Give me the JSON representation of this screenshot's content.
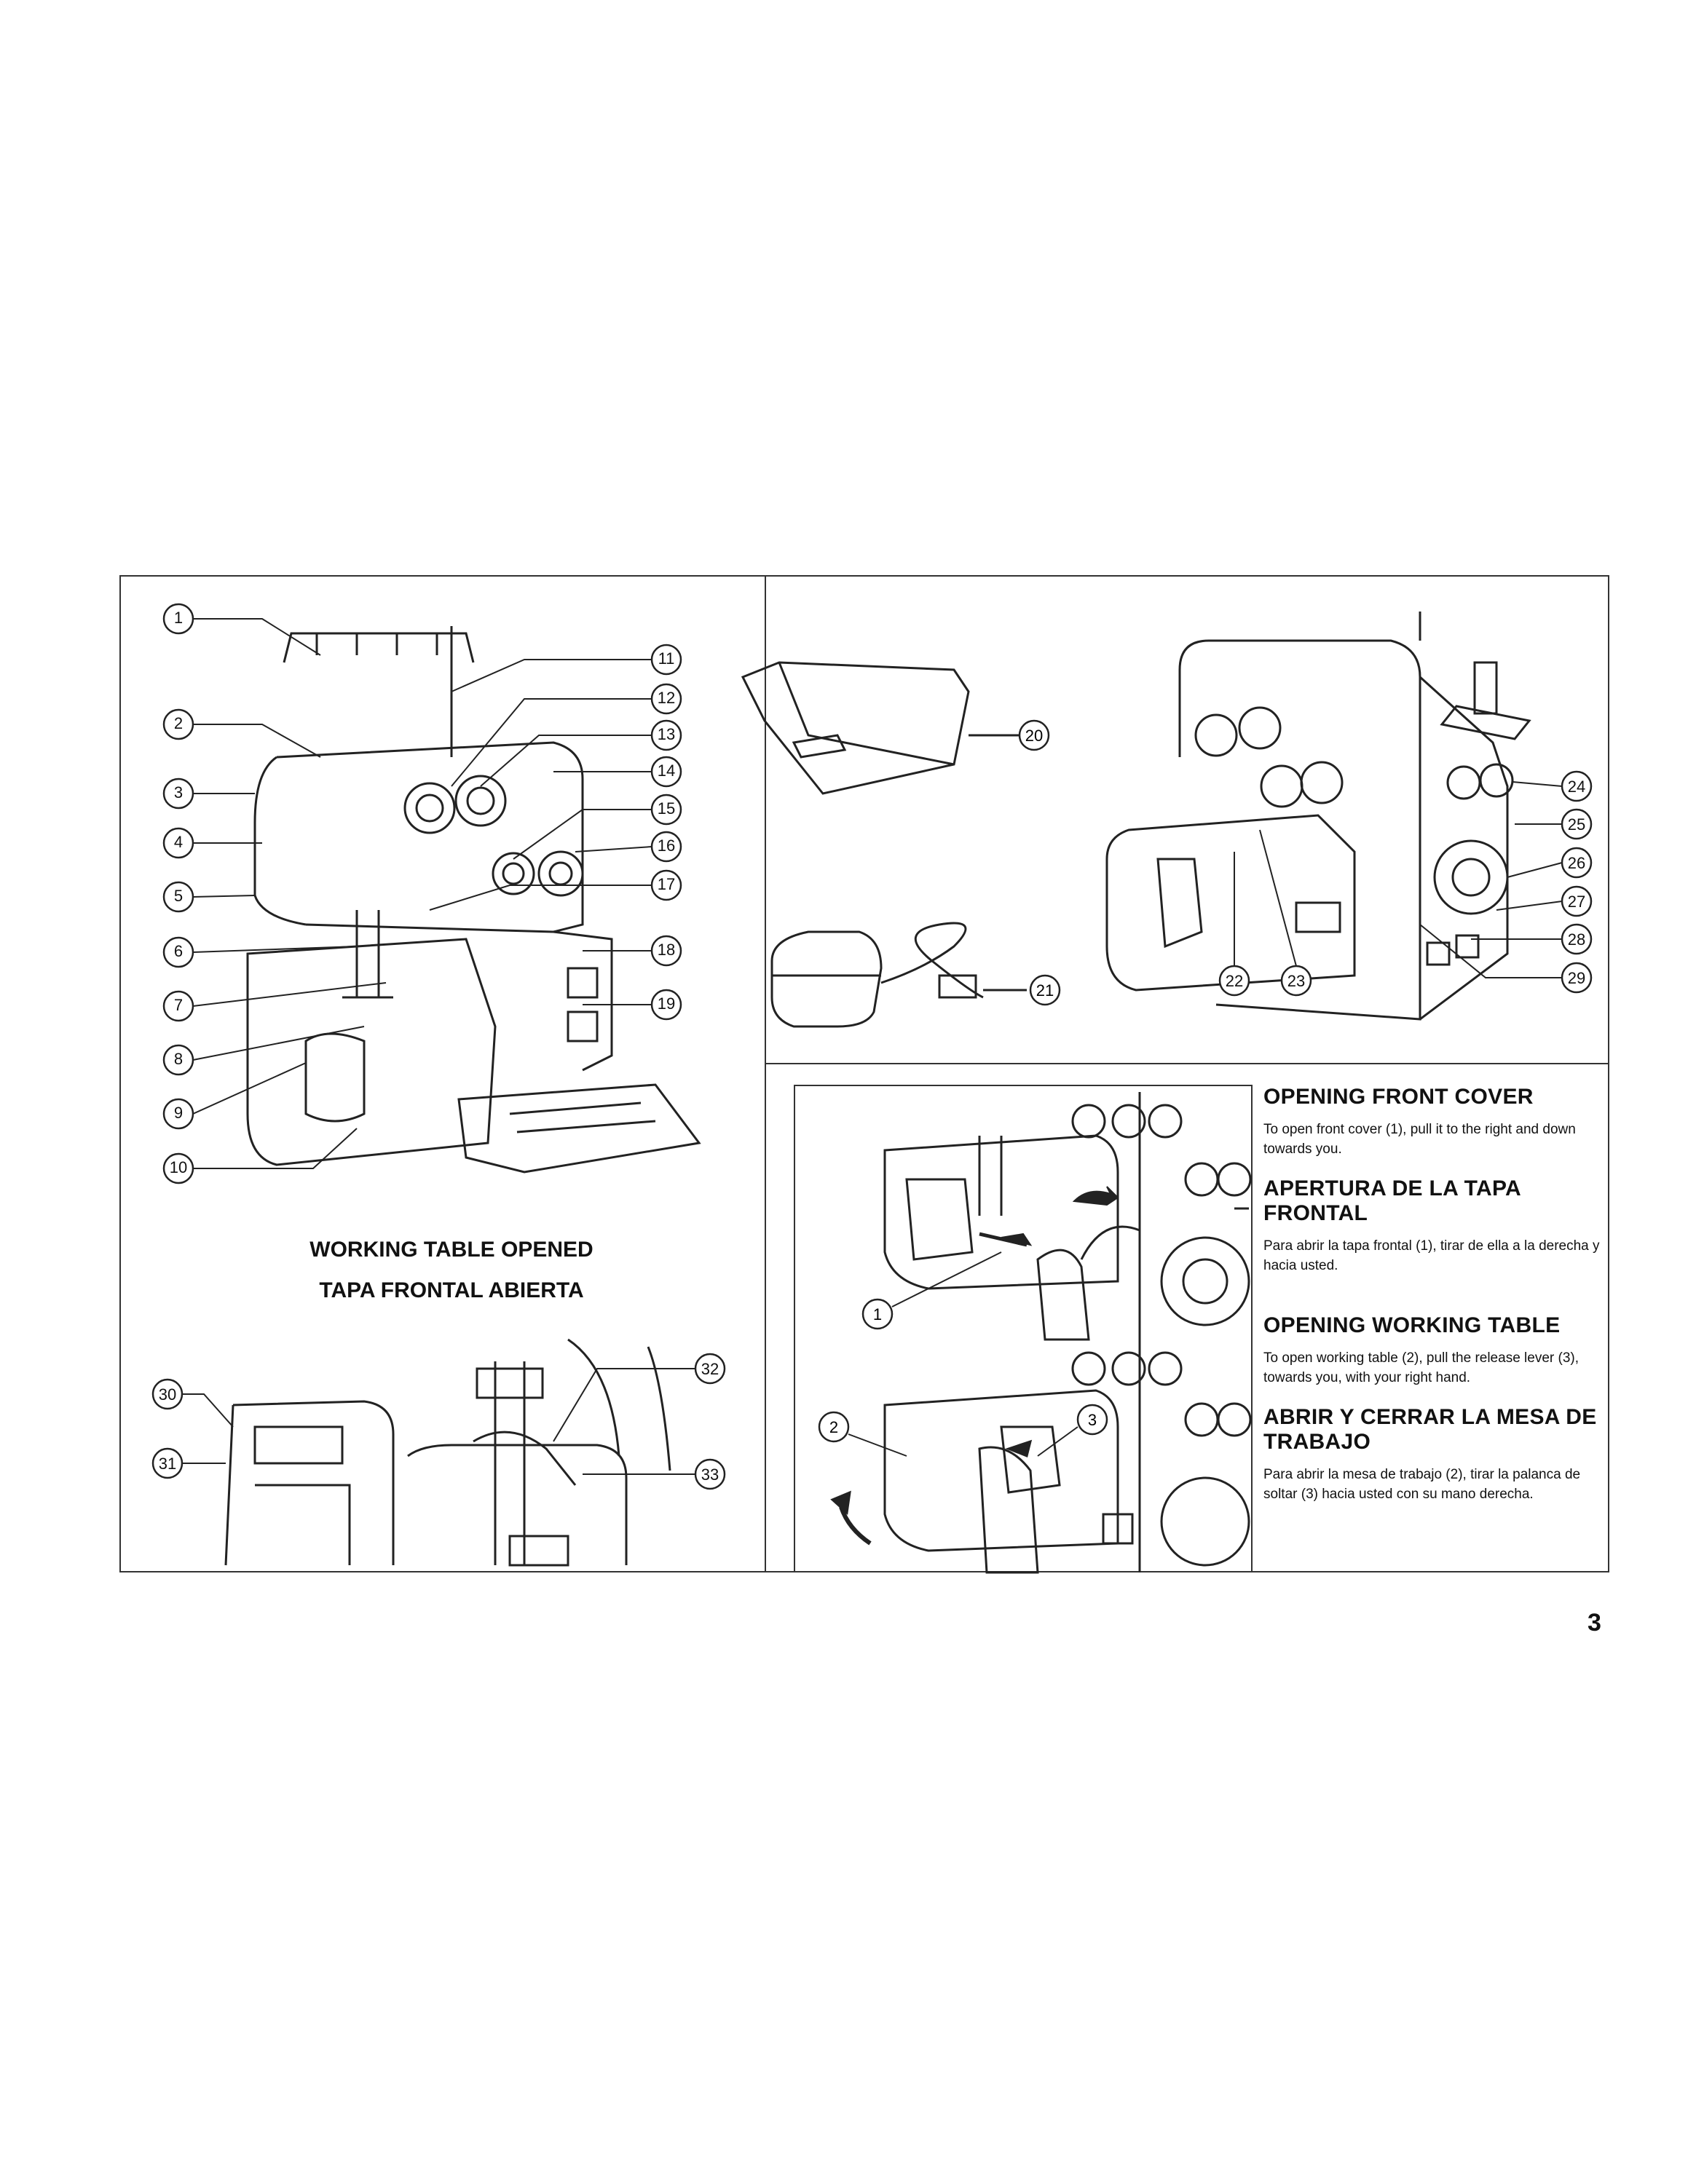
{
  "figure_parts": {
    "machine_callouts": [
      "1",
      "2",
      "3",
      "4",
      "5",
      "6",
      "7",
      "8",
      "9",
      "10",
      "11",
      "12",
      "13",
      "14",
      "15",
      "16",
      "17",
      "18",
      "19"
    ],
    "cover_callout": "20",
    "pedal_callout": "21",
    "rear_callouts": [
      "22",
      "23",
      "24",
      "25",
      "26",
      "27",
      "28",
      "29"
    ],
    "table_callouts": [
      "30",
      "31",
      "32",
      "33"
    ]
  },
  "working_table": {
    "caption_en": "WORKING TABLE OPENED",
    "caption_es": "TAPA FRONTAL ABIERTA"
  },
  "instructions": {
    "front_cover": {
      "callout": "1",
      "heading_en": "OPENING FRONT COVER",
      "text_en": "To open front cover (1), pull it to the right and down towards you.",
      "heading_es": "APERTURA DE LA TAPA FRONTAL",
      "text_es": "Para abrir la tapa frontal (1), tirar de ella a la derecha y hacia usted."
    },
    "working_table": {
      "callout_table": "2",
      "callout_lever": "3",
      "heading_en": "OPENING WORKING TABLE",
      "text_en": "To open working table (2), pull the release lever (3), towards you, with your right hand.",
      "heading_es": "ABRIR Y CERRAR LA MESA DE TRABAJO",
      "text_es": "Para abrir la mesa de trabajo (2), tirar la palanca de soltar (3) hacia usted con su mano derecha."
    }
  },
  "page_number": "3"
}
